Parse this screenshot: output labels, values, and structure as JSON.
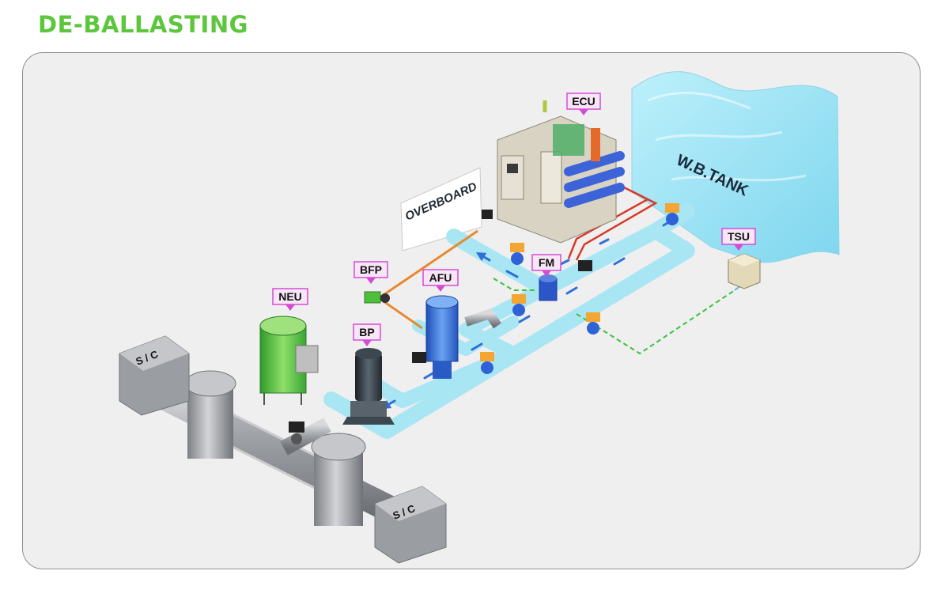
{
  "title": "DE-BALLASTING",
  "colors": {
    "title": "#5cc63c",
    "water_pipe": "#a9e6f4",
    "flow_arrow": "#2f6fd6",
    "control_line_green": "#39c23a",
    "control_line_red": "#d63a2a",
    "control_line_orange": "#e8892e",
    "callout_border": "#d64bd6"
  },
  "labels": {
    "ecu": "ECU",
    "tsu": "TSU",
    "fm": "FM",
    "bfp": "BFP",
    "afu": "AFU",
    "bp": "BP",
    "neu": "NEU"
  },
  "tank_label": "W.B.TANK",
  "overboard_label": "OVERBOARD",
  "sea_chest_left": "S / C",
  "sea_chest_right": "S / C"
}
